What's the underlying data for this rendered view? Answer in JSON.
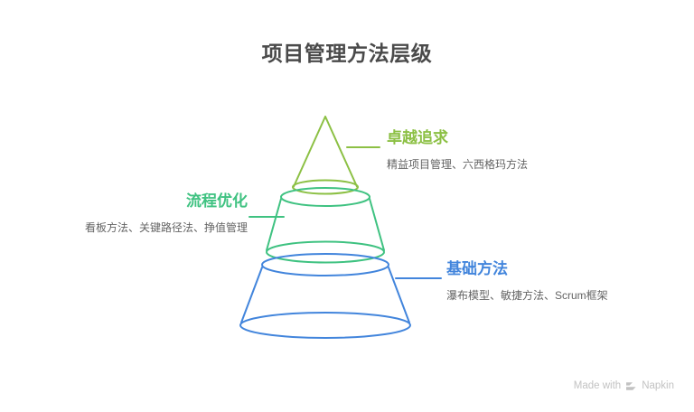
{
  "page": {
    "title": "项目管理方法层级",
    "background_color": "#ffffff"
  },
  "diagram": {
    "type": "funnel-cone",
    "tiers": [
      {
        "id": "top",
        "label": "卓越追求",
        "description": "精益项目管理、六西格玛方法",
        "color": "#8CC044",
        "label_side": "right"
      },
      {
        "id": "middle",
        "label": "流程优化",
        "description": "看板方法、关键路径法、挣值管理",
        "color": "#3FC281",
        "label_side": "left"
      },
      {
        "id": "bottom",
        "label": "基础方法",
        "description": "瀑布模型、敏捷方法、Scrum框架",
        "color": "#4285DC",
        "label_side": "right"
      }
    ]
  },
  "watermark": {
    "text_before": "Made with",
    "brand": "Napkin",
    "color": "#c2c2c2"
  }
}
